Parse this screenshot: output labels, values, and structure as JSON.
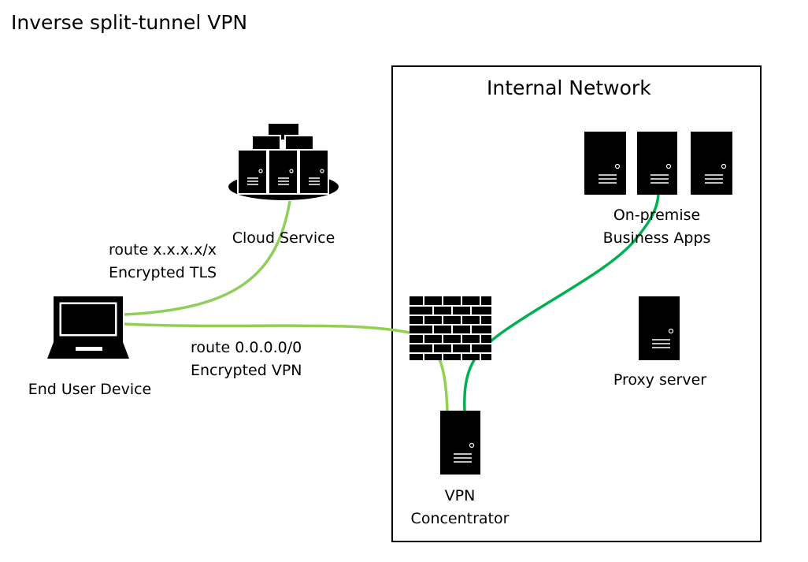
{
  "title": "Inverse split-tunnel VPN",
  "internal_network": {
    "title": "Internal Network"
  },
  "nodes": {
    "cloud_service": "Cloud Service",
    "end_user_device": "End User Device",
    "on_premise": [
      "On-premise",
      "Business Apps"
    ],
    "proxy_server": "Proxy server",
    "vpn_concentrator": [
      "VPN",
      "Concentrator"
    ]
  },
  "links": {
    "cloud_route": [
      "route x.x.x.x/x",
      "Encrypted TLS"
    ],
    "vpn_route": [
      "route 0.0.0.0/0",
      "Encrypted VPN"
    ]
  },
  "colors": {
    "tls_line": "#8ccf5a",
    "vpn_line": "#92d050",
    "internal_line": "#00b050",
    "device_fill": "#000000"
  }
}
